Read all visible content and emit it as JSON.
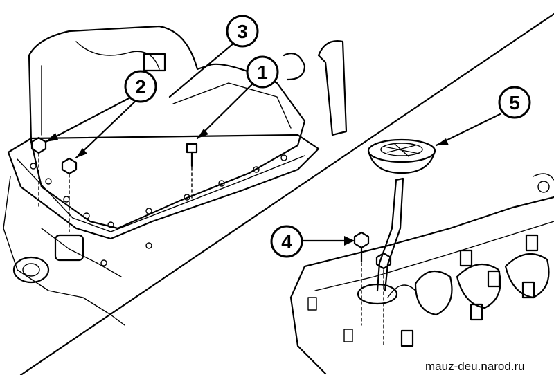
{
  "callouts": [
    {
      "id": "1",
      "label": "1"
    },
    {
      "id": "2",
      "label": "2"
    },
    {
      "id": "3",
      "label": "3"
    },
    {
      "id": "4",
      "label": "4"
    },
    {
      "id": "5",
      "label": "5"
    }
  ],
  "watermark": "mauz-deu.narod.ru"
}
